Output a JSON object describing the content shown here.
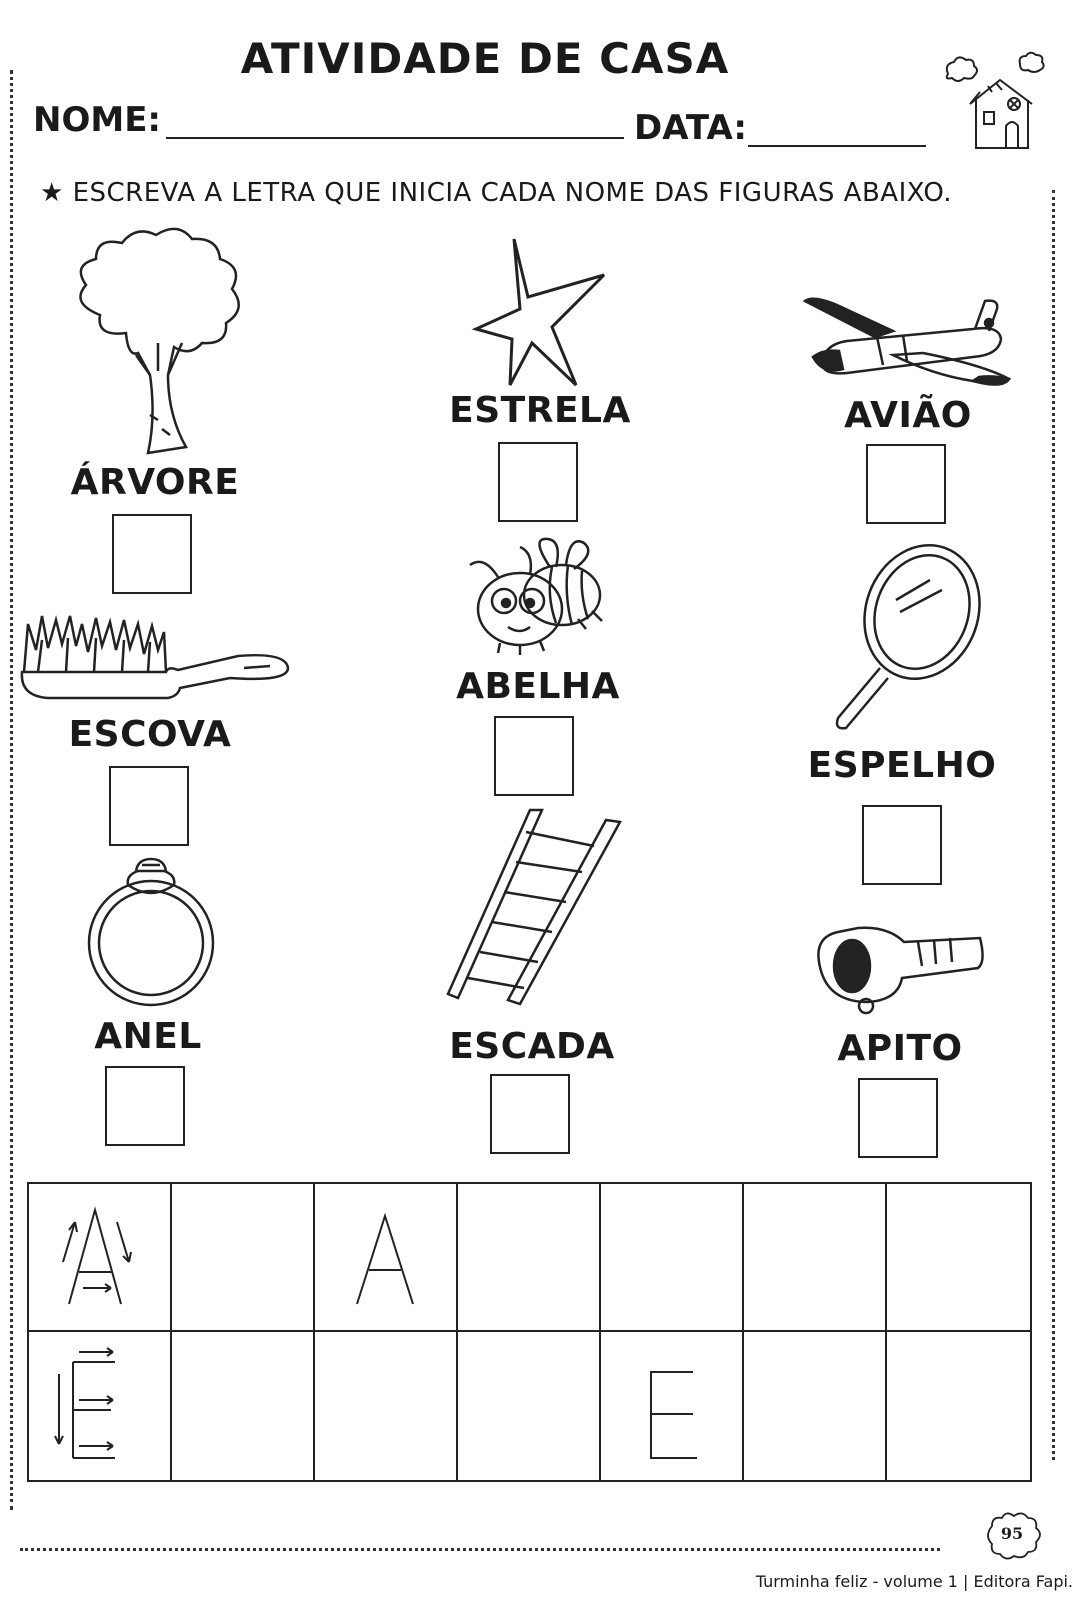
{
  "header": {
    "title": "ATIVIDADE DE CASA",
    "name_label": "NOME:",
    "date_label": "DATA:"
  },
  "instruction": {
    "bullet": "★",
    "text": "ESCREVA A LETRA QUE INICIA CADA NOME DAS FIGURAS ABAIXO."
  },
  "figures": [
    {
      "label": "ÁRVORE",
      "icon": "tree-icon"
    },
    {
      "label": "ESTRELA",
      "icon": "star-icon"
    },
    {
      "label": "AVIÃO",
      "icon": "airplane-icon"
    },
    {
      "label": "ESCOVA",
      "icon": "brush-icon"
    },
    {
      "label": "ABELHA",
      "icon": "bee-icon"
    },
    {
      "label": "ESPELHO",
      "icon": "mirror-icon"
    },
    {
      "label": "ANEL",
      "icon": "ring-icon"
    },
    {
      "label": "ESCADA",
      "icon": "ladder-icon"
    },
    {
      "label": "APITO",
      "icon": "whistle-icon"
    }
  ],
  "practice_grid": {
    "rows": [
      {
        "guide_letter": "A",
        "sample_letter": "A"
      },
      {
        "guide_letter": "E",
        "sample_letter": "E"
      }
    ]
  },
  "page_number": "95",
  "footer": "Turminha feliz - volume 1 | Editora Fapi."
}
